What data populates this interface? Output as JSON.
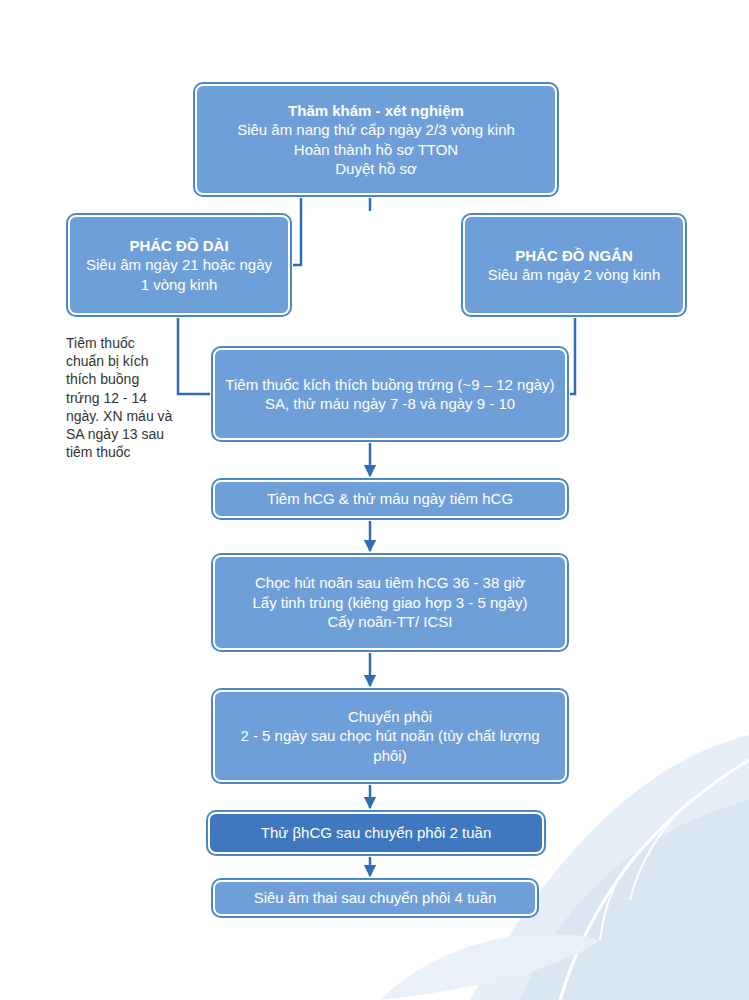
{
  "diagram": {
    "nodes": [
      {
        "text": [
          "Thăm khám - xét nghiệm",
          "Siêu âm nang thứ cấp ngày 2/3 vòng kinh",
          "Hoàn thành hồ sơ TTON",
          "Duyệt hồ sơ"
        ]
      },
      {
        "text": [
          "PHÁC ĐỒ DÀI",
          "Siêu âm ngày 21 hoặc ngày 1 vòng kinh"
        ]
      },
      {
        "text": [
          "PHÁC ĐỒ NGẮN",
          "Siêu âm ngày 2 vòng kinh"
        ]
      },
      {
        "text": [
          "Tiêm thuốc kích thích buồng trứng (~9 – 12 ngày)",
          "SA, thử máu ngày 7 -8 và ngày 9 - 10"
        ]
      },
      {
        "text": [
          "Tiêm hCG & thử máu ngày tiêm hCG"
        ]
      },
      {
        "text": [
          "Chọc hút noãn sau tiêm hCG 36 - 38 giờ",
          "Lấy tinh trùng (kiêng giao hợp 3 - 5 ngày)",
          "Cấy noãn-TT/ ICSI"
        ]
      },
      {
        "text": [
          "Chuyển phôi",
          "2 - 5 ngày sau chọc hút noãn (tùy chất lượng phôi)"
        ]
      },
      {
        "text": [
          "Thử βhCG sau chuyển phôi 2 tuần"
        ]
      },
      {
        "text": [
          "Siêu âm thai sau chuyển phôi 4 tuần"
        ]
      }
    ],
    "edges": [
      {
        "from": 0,
        "to": 1,
        "arrow": "none"
      },
      {
        "from": 0,
        "to": 2,
        "arrow": "none"
      },
      {
        "from": 1,
        "to": 3,
        "arrow": "none"
      },
      {
        "from": 2,
        "to": 3,
        "arrow": "none"
      },
      {
        "from": 3,
        "to": 4,
        "arrow": "to"
      },
      {
        "from": 4,
        "to": 5,
        "arrow": "to"
      },
      {
        "from": 5,
        "to": 6,
        "arrow": "to"
      },
      {
        "from": 6,
        "to": 7,
        "arrow": "to"
      },
      {
        "from": 7,
        "to": 8,
        "arrow": "to"
      }
    ],
    "labels": [
      "Tiêm thuốc chuẩn bị kích thích buồng trứng 12 - 14 ngày. XN máu và SA ngày 13 sau tiêm thuốc"
    ]
  }
}
